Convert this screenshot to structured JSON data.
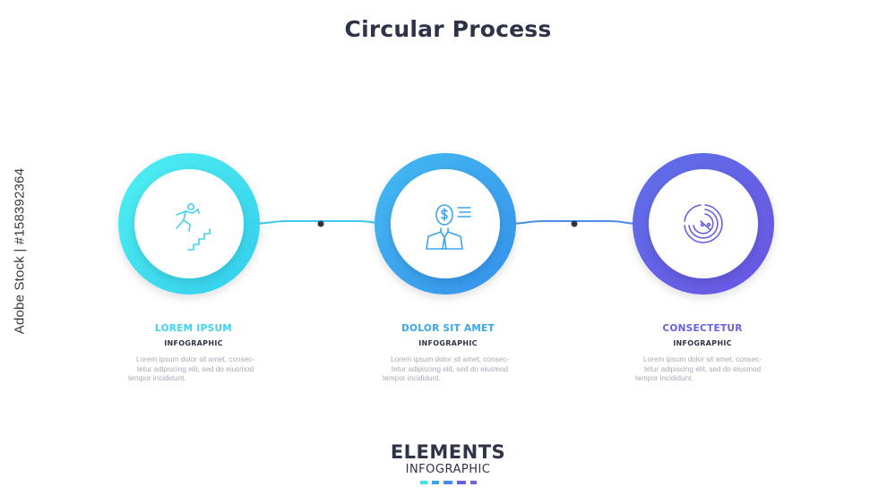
{
  "title": "Circular Process",
  "steps": [
    {
      "title": "LOREM IPSUM",
      "subtitle": "INFOGRAPHIC",
      "description": [
        "Lorem ipsum dolor sit amet, consec-",
        "tetur adipiscing elit, sed do eiusmod",
        "tempor incididunt."
      ],
      "color": "#3fe0ef",
      "icon": "person-climbing-stairs-icon"
    },
    {
      "title": "DOLOR SIT AMET",
      "subtitle": "INFOGRAPHIC",
      "description": [
        "Lorem ipsum dolor sit amet, consec-",
        "tetur adipiscing elit, sed do eiusmod",
        "tempor incididunt."
      ],
      "color": "#3aa5ef",
      "icon": "businessman-dollar-icon"
    },
    {
      "title": "CONSECTETUR",
      "subtitle": "INFOGRAPHIC",
      "description": [
        "Lorem ipsum dolor sit amet, consec-",
        "tetur adipiscing elit, sed do eiusmod",
        "tempor incididunt."
      ],
      "color": "#6760e6",
      "icon": "percent-chart-icon"
    }
  ],
  "brand": {
    "main": "ELEMENTS",
    "sub": "INFOGRAPHIC",
    "dash_colors": [
      "#3fe0ef",
      "#3aa5ef",
      "#4a86ec",
      "#6760e6",
      "#7a5ce6"
    ]
  },
  "stock_label": "Adobe Stock | #158392364"
}
